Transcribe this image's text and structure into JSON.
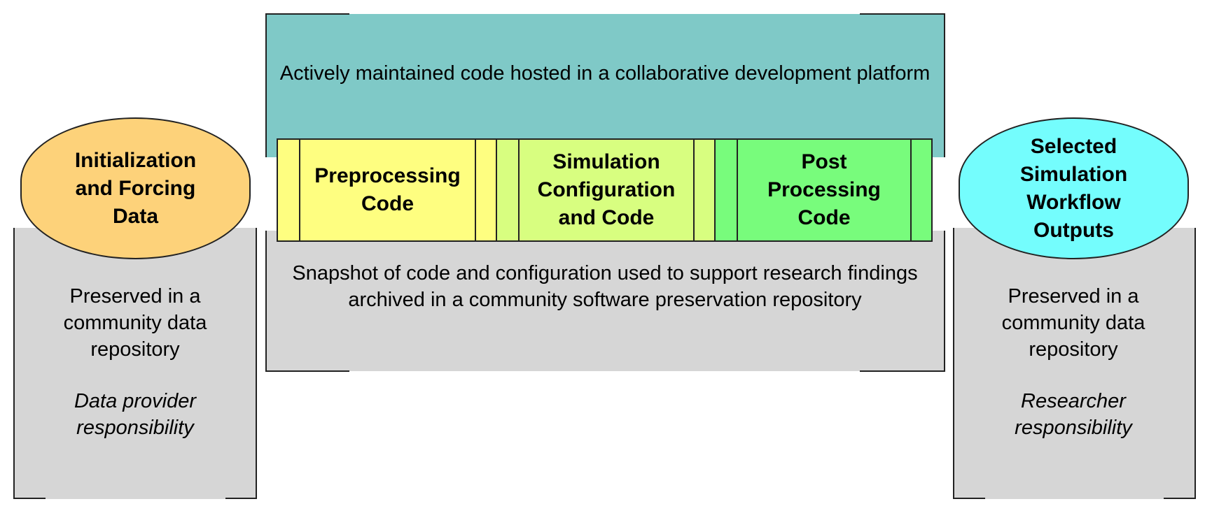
{
  "top_box": {
    "text": "Actively maintained code hosted in a collaborative development platform"
  },
  "middle_box": {
    "text": "Snapshot of code and configuration used to support research findings archived in a community software preservation repository"
  },
  "left": {
    "ellipse_title": "Initialization and Forcing Data",
    "preserved_text": "Preserved in a community data repository",
    "responsibility": "Data provider responsibility"
  },
  "right": {
    "ellipse_title": "Selected Simulation Workflow Outputs",
    "preserved_text": "Preserved in a community data repository",
    "responsibility": "Researcher responsibility"
  },
  "process": {
    "preprocessing": "Preprocessing Code",
    "simulation": "Simulation Configuration and Code",
    "postprocessing": "Post Processing Code"
  },
  "colors": {
    "teal": "#7fc9c7",
    "grey": "#d6d6d6",
    "orange": "#fdd27a",
    "cyan": "#74fdfd",
    "yellow": "#fefe80",
    "lime": "#d8fe80",
    "green": "#78fc7c"
  }
}
